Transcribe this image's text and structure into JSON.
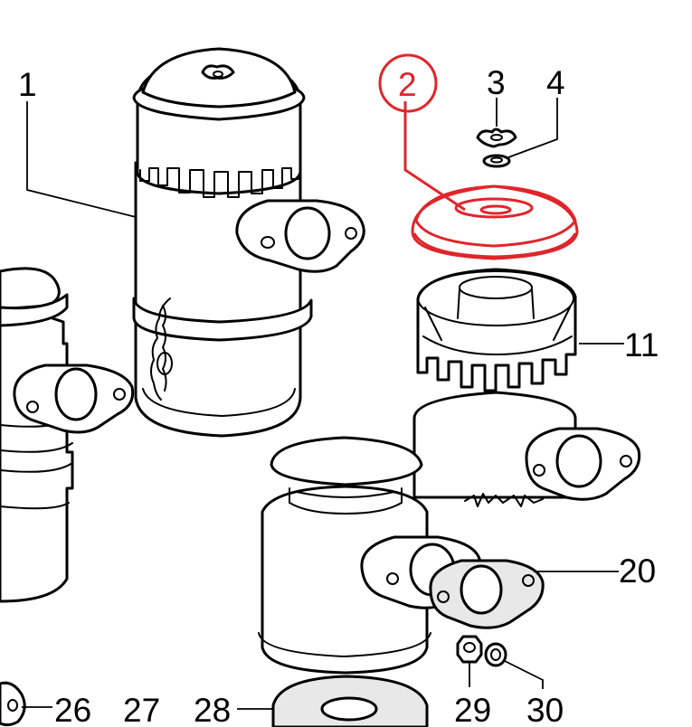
{
  "diagram": {
    "highlight_color": "#e0252b",
    "ink_color": "#000000",
    "background_color": "#ffffff",
    "callouts": {
      "c1": "1",
      "c2": "2",
      "c3": "3",
      "c4": "4",
      "c11": "11",
      "c20": "20",
      "c26": "26",
      "c27": "27",
      "c28": "28",
      "c29": "29",
      "c30": "30"
    },
    "highlighted_callout": "2"
  }
}
